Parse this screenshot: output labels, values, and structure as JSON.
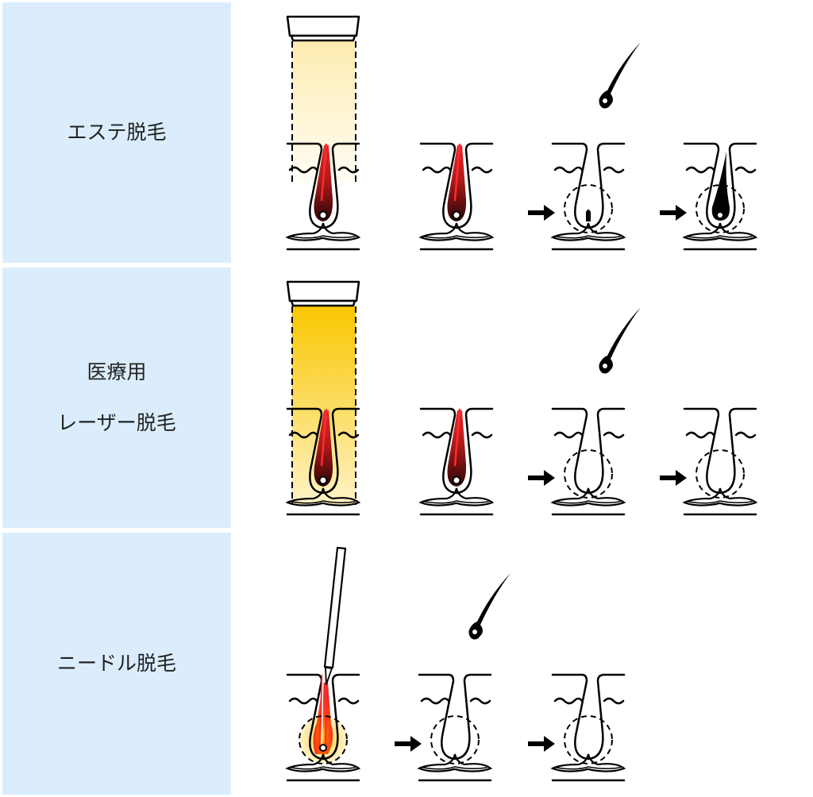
{
  "rows": [
    {
      "label": "エステ脱毛"
    },
    {
      "label_line1": "医療用",
      "label_line2": "レーザー脱毛"
    },
    {
      "label": "ニードル脱毛"
    }
  ],
  "colors": {
    "panel": "#dbedfd",
    "hair_red": "#e8262b",
    "bulb_dark": "#3a0a08",
    "light_pale": "#fdf0b8",
    "light_strong": "#f9c600"
  }
}
